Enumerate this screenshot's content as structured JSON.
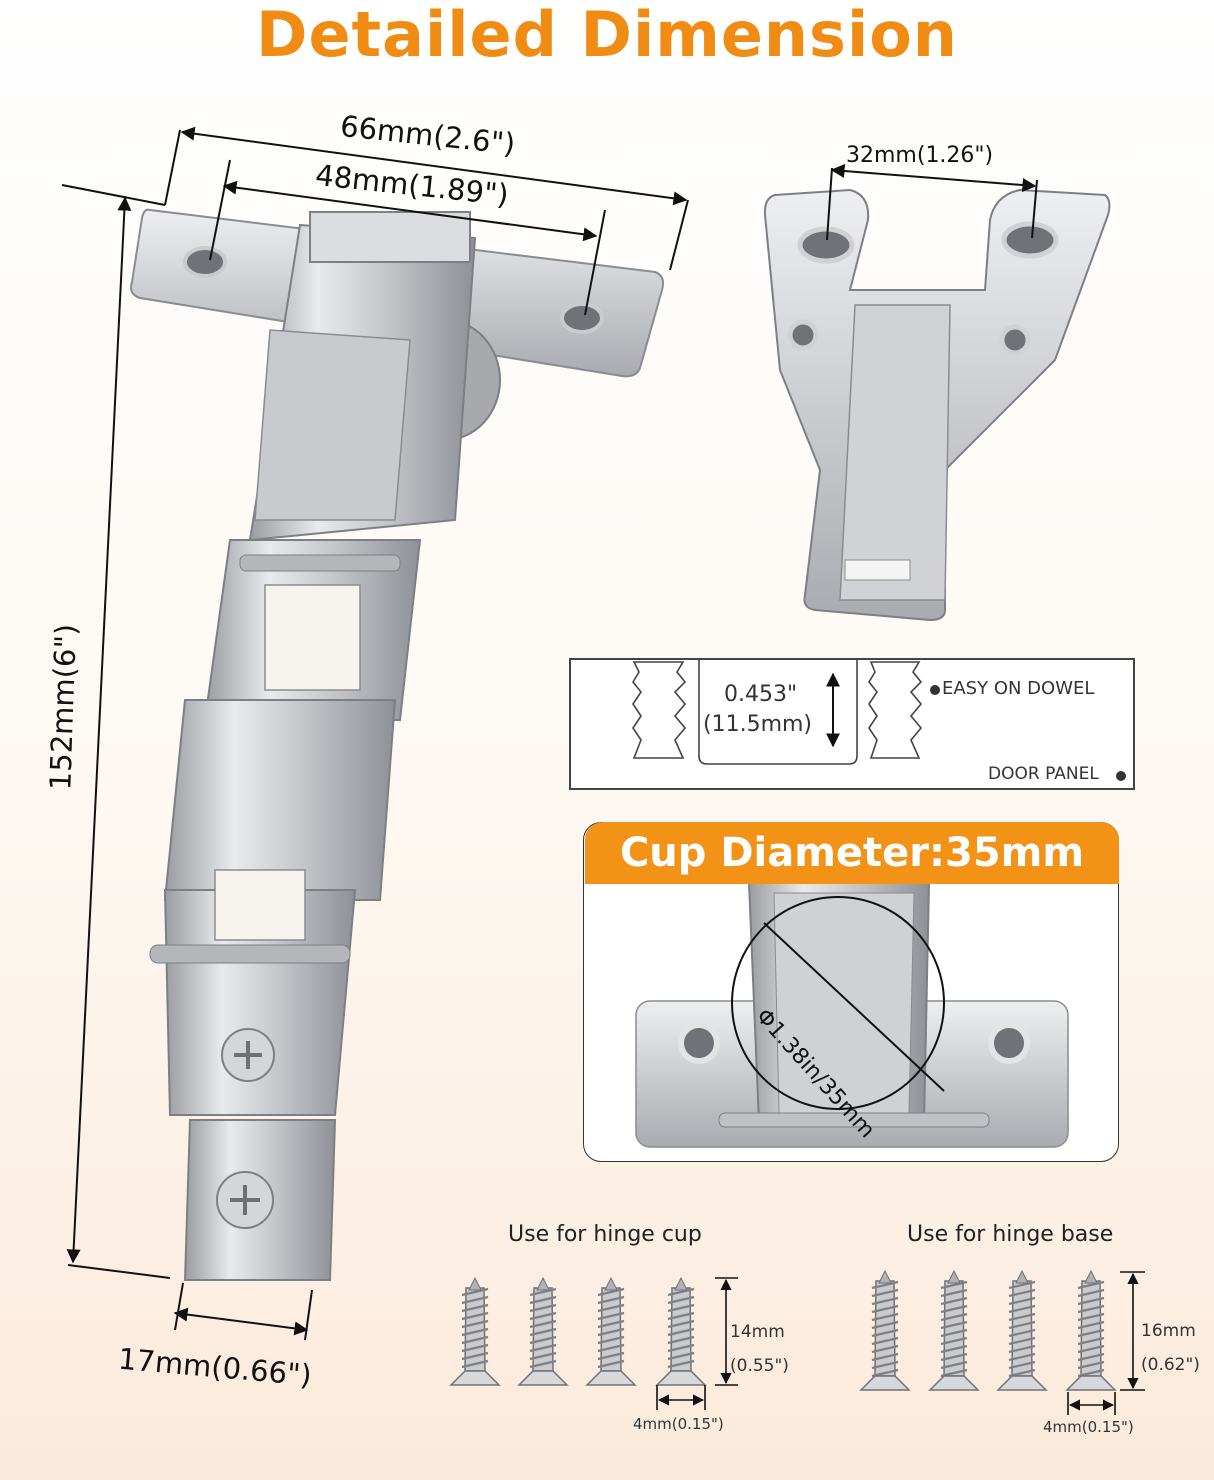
{
  "title": "Detailed Dimension",
  "hinge": {
    "width_outer": "66mm(2.6\")",
    "width_inner": "48mm(1.89\")",
    "height": "152mm(6\")",
    "arm_width": "17mm(0.66\")"
  },
  "plate": {
    "hole_spacing": "32mm(1.26\")"
  },
  "dowel": {
    "height_in": "0.453\"",
    "height_mm": "(11.5mm)",
    "label_dowel": "EASY ON DOWEL",
    "label_panel": "DOOR PANEL"
  },
  "cup": {
    "banner": "Cup Diameter:35mm",
    "diameter": "Φ1.38in/35mm"
  },
  "screws_cup": {
    "caption": "Use for hinge cup",
    "length_mm": "14mm",
    "length_in": "(0.55\")",
    "width": "4mm(0.15\")",
    "count": 4
  },
  "screws_base": {
    "caption": "Use for hinge base",
    "length_mm": "16mm",
    "length_in": "(0.62\")",
    "width": "4mm(0.15\")",
    "count": 4
  },
  "colors": {
    "accent": "#f29317",
    "metal_light": "#e4e4e6",
    "metal_mid": "#b9bbbf",
    "metal_dark": "#7e8186"
  }
}
